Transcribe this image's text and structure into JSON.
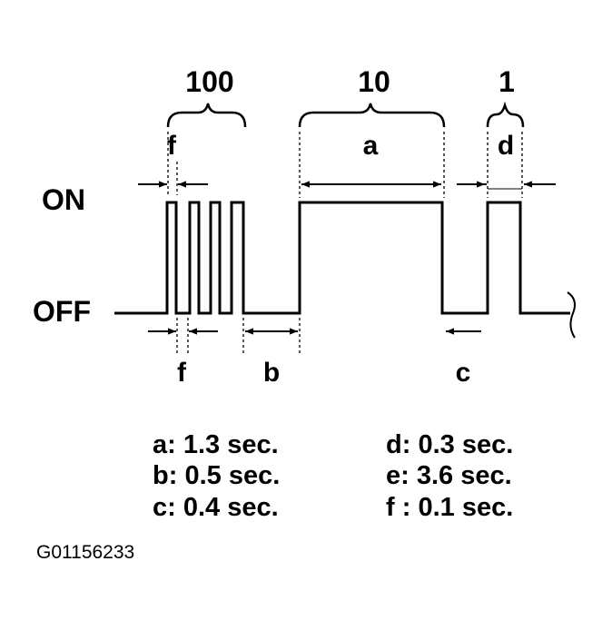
{
  "groups": {
    "g100": "100",
    "g10": "10",
    "g1": "1"
  },
  "states": {
    "on": "ON",
    "off": "OFF"
  },
  "markers": {
    "a": "a",
    "b": "b",
    "c": "c",
    "d": "d",
    "f_top": "f",
    "f_bottom": "f"
  },
  "legend": [
    {
      "key": "a",
      "sep": ":",
      "value": "1.3 sec."
    },
    {
      "key": "b",
      "sep": ":",
      "value": "0.5 sec."
    },
    {
      "key": "c",
      "sep": ":",
      "value": "0.4 sec."
    },
    {
      "key": "d",
      "sep": ":",
      "value": "0.3 sec."
    },
    {
      "key": "e",
      "sep": ":",
      "value": "3.6 sec."
    },
    {
      "key": "f",
      "sep": " :",
      "value": "0.1 sec."
    }
  ],
  "figure_code": "G01156233"
}
